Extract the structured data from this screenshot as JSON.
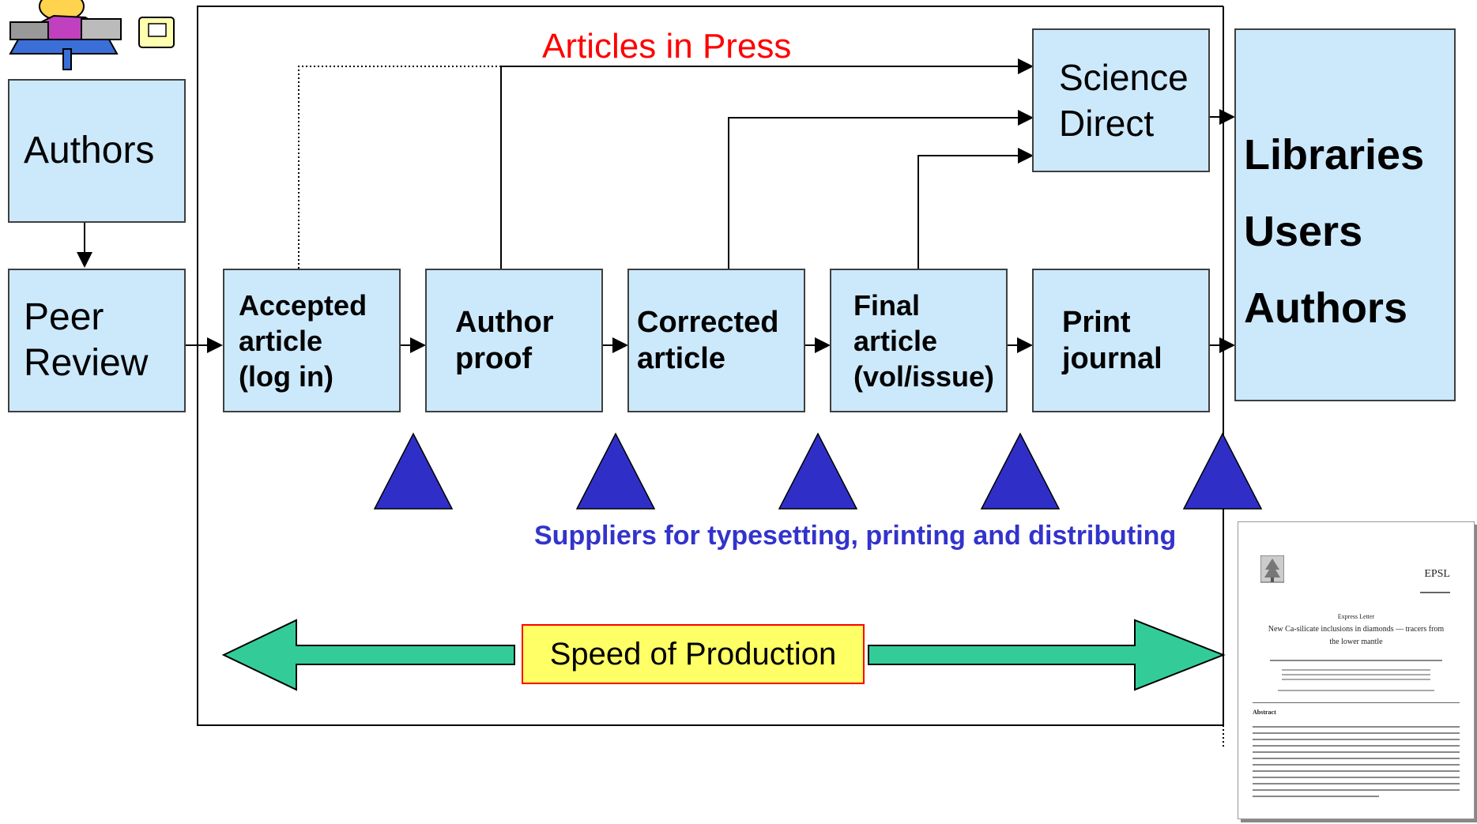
{
  "side_boxes": {
    "authors": "Authors",
    "peer_review": [
      "Peer",
      "Review"
    ]
  },
  "stages": {
    "accepted": [
      "Accepted",
      "article",
      "(log in)"
    ],
    "author_proof": [
      "Author",
      "proof"
    ],
    "corrected": [
      "Corrected",
      "article"
    ],
    "final": [
      "Final",
      "article",
      "(vol/issue)"
    ],
    "print": [
      "Print",
      "journal"
    ]
  },
  "science_direct": [
    "Science",
    "Direct"
  ],
  "audience": [
    "Libraries",
    "Users",
    "Authors"
  ],
  "articles_in_press": "Articles in Press",
  "suppliers": "Suppliers for typesetting, printing and distributing",
  "speed": "Speed of Production",
  "paper": {
    "journal": "EPSL",
    "section": "Express Letter",
    "title_line1": "New Ca-silicate inclusions in diamonds — tracers from",
    "title_line2": "the lower mantle",
    "abstract": "Abstract"
  },
  "colors": {
    "box_fill": "#cce9fb",
    "triangle": "#2f2fc8",
    "arrow_fill": "#33cc99",
    "highlight_fill": "#ffff66",
    "red": "#ff0000",
    "blue": "#3333cc"
  }
}
